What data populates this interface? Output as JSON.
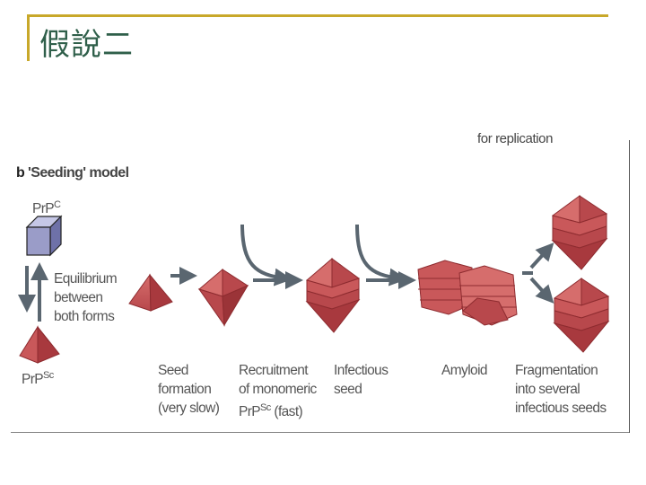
{
  "slide": {
    "title": "假說二"
  },
  "figure": {
    "top_cut_text": "for replication",
    "panel_letter": "b",
    "panel_title": "'Seeding' model",
    "prpc_label": "PrP",
    "prpc_sup": "C",
    "prpsc_label": "PrP",
    "prpsc_sup": "Sc",
    "equilibrium_text": "Equilibrium\nbetween\nboth forms",
    "steps": [
      {
        "text": "Seed\nformation\n(very slow)"
      },
      {
        "text_line1": "Recruitment",
        "text_line2": "of monomeric",
        "text_line3_pre": "PrP",
        "text_line3_sup": "Sc",
        "text_line3_post": " (fast)"
      },
      {
        "text": "Infectious\nseed"
      },
      {
        "text": "Amyloid"
      },
      {
        "text": "Fragmentation\ninto several\ninfectious seeds"
      }
    ],
    "colors": {
      "pyramid": "#c9585a",
      "pyramid_dark": "#8e2c30",
      "cube": "#9a9cc8",
      "arrow": "#5a6670",
      "frame_accent": "#c8a82a",
      "title_text": "#2f5f4a"
    }
  }
}
